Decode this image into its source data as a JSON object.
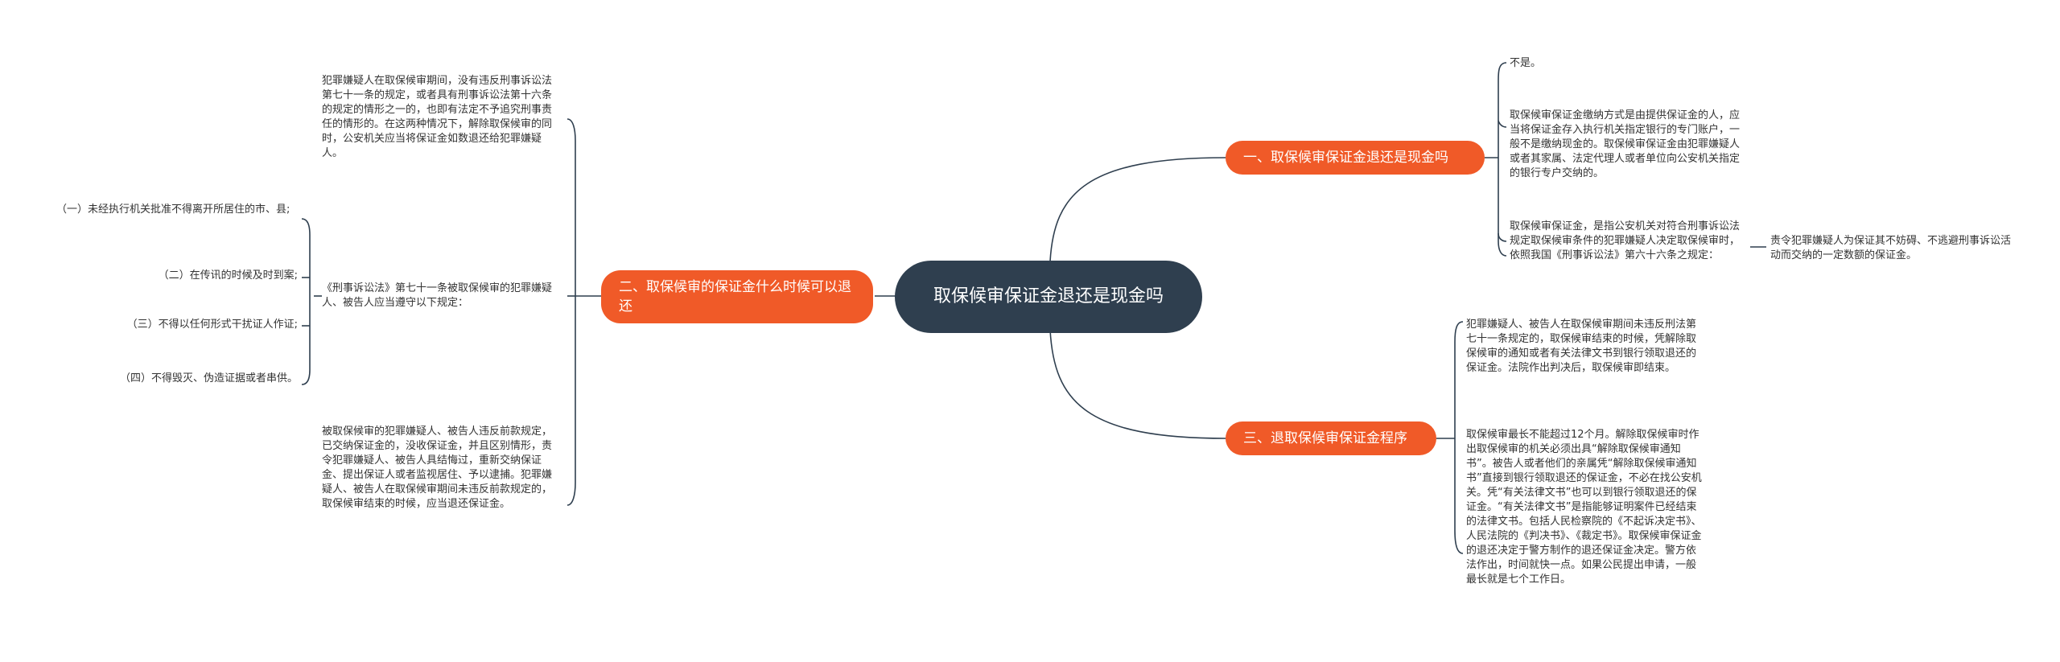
{
  "root": {
    "label": "取保候审保证金退还是现金吗"
  },
  "branches": [
    {
      "label": "一、取保候审保证金退还是现金吗"
    },
    {
      "label": "二、取保候审的保证金什么时候可以退还"
    },
    {
      "label": "三、退取保候审保证金程序"
    }
  ],
  "branch1": {
    "leaf1": "不是。",
    "leaf2": "取保候审保证金缴纳方式是由提供保证金的人，应当将保证金存入执行机关指定银行的专门账户，一般不是缴纳现金的。取保候审保证金由犯罪嫌疑人或者其家属、法定代理人或者单位向公安机关指定的银行专户交纳的。",
    "leaf3": "取保候审保证金，是指公安机关对符合刑事诉讼法规定取保候审条件的犯罪嫌疑人决定取保候审时，依照我国《刑事诉讼法》第六十六条之规定：",
    "leaf3_child": "责令犯罪嫌疑人为保证其不妨碍、不逃避刑事诉讼活动而交纳的一定数额的保证金。"
  },
  "branch2": {
    "leaf1": "犯罪嫌疑人在取保候审期间，没有违反刑事诉讼法第七十一条的规定，或者具有刑事诉讼法第十六条的规定的情形之一的，也即有法定不予追究刑事责任的情形的。在这两种情况下，解除取保候审的同时，公安机关应当将保证金如数退还给犯罪嫌疑人。",
    "leaf2": "《刑事诉讼法》第七十一条被取保候审的犯罪嫌疑人、被告人应当遵守以下规定：",
    "leaf2_children": [
      "（一）未经执行机关批准不得离开所居住的市、县;",
      "（二）在传讯的时候及时到案;",
      "（三）不得以任何形式干扰证人作证;",
      "（四）不得毁灭、伪造证据或者串供。"
    ],
    "leaf3": "被取保候审的犯罪嫌疑人、被告人违反前款规定，已交纳保证金的，没收保证金，并且区别情形，责令犯罪嫌疑人、被告人具结悔过，重新交纳保证金、提出保证人或者监视居住、予以逮捕。犯罪嫌疑人、被告人在取保候审期间未违反前款规定的，取保候审结束的时候，应当退还保证金。"
  },
  "branch3": {
    "leaf1": "犯罪嫌疑人、被告人在取保候审期间未违反刑法第七十一条规定的，取保候审结束的时候，凭解除取保候审的通知或者有关法律文书到银行领取退还的保证金。法院作出判决后，取保候审即结束。",
    "leaf2": "取保候审最长不能超过12个月。解除取保候审时作出取保候审的机关必须出具“解除取保候审通知书”。被告人或者他们的亲属凭“解除取保候审通知书”直接到银行领取退还的保证金，不必在找公安机关。凭“有关法律文书”也可以到银行领取退还的保证金。“有关法律文书”是指能够证明案件已经结束的法律文书。包括人民检察院的《不起诉决定书》、人民法院的《判决书》、《裁定书》。取保候审保证金的退还决定于警方制作的退还保证金决定。警方依法作出，时间就快一点。如果公民提出申请，一般最长就是七个工作日。"
  },
  "colors": {
    "root_bg": "#2f3f4f",
    "branch_bg": "#f05a28",
    "line": "#2f3f4f",
    "text": "#333333"
  }
}
